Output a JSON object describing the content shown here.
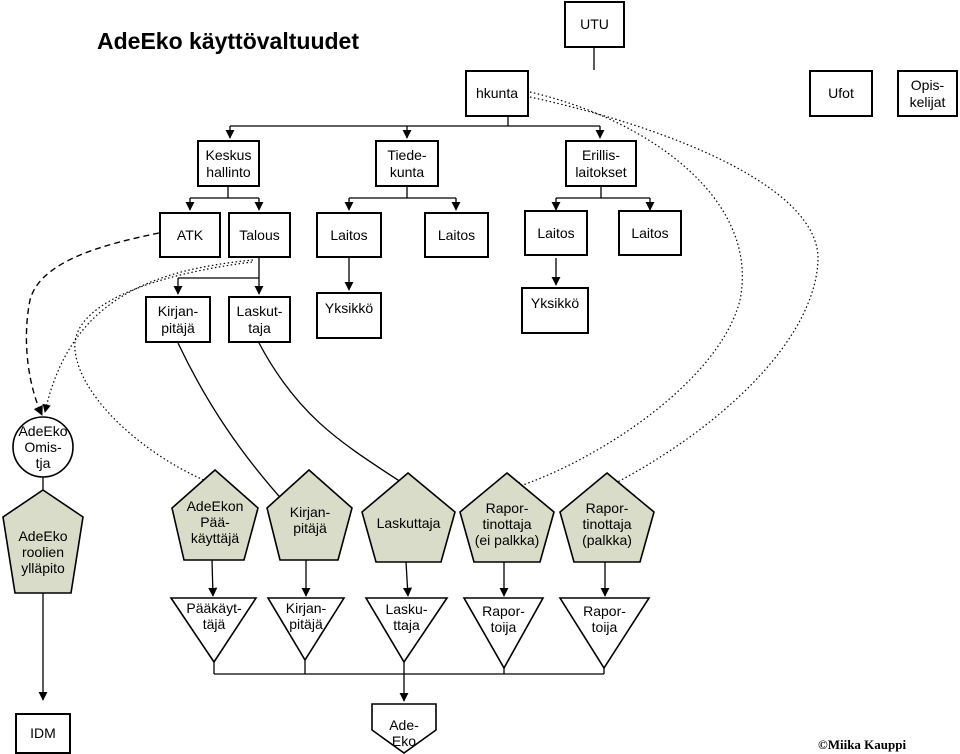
{
  "title": "AdeEko käyttövaltuudet",
  "copyright": "©Miika Kauppi",
  "boxes": {
    "utu": "UTU",
    "hkunta": "hkunta",
    "ufot": "Ufot",
    "opiskelijat": "Opis-\nkelijat",
    "keskushallinto": "Keskus\nhallinto",
    "tiedekunta": "Tiede-\nkunta",
    "erillislaitokset": "Erillis-\nlaitokset",
    "atk": "ATK",
    "talous": "Talous",
    "laitos1": "Laitos",
    "laitos2": "Laitos",
    "laitos3": "Laitos",
    "laitos4": "Laitos",
    "kirjanpitaja": "Kirjan-\npitäjä",
    "laskuttaja": "Laskut-\ntaja",
    "yksikko1": "Yksikkö",
    "yksikko2": "Yksikkö",
    "idm": "IDM"
  },
  "circle": {
    "omistaja": "AdeEko\nOmis-\ntja"
  },
  "pentagons": {
    "yllapito": "AdeEko\nroolien\nylläpito",
    "paakayttaja": "AdeEkon\nPää-\nkäyttäjä",
    "kirjanpitaja": "Kirjan-\npitäjä",
    "laskuttaja": "Laskuttaja",
    "raportinottaja_ei": "Rapor-\ntinottaja\n(ei palkka)",
    "raportinottaja": "Rapor-\ntinottaja\n(palkka)"
  },
  "triangles": {
    "paakayttaja": "Pääkäyt-\ntäjä",
    "kirjanpitaja": "Kirjan-\npitäjä",
    "laskuttaja": "Lasku-\nttaja",
    "raportoija1": "Rapor-\ntoija",
    "raportoija2": "Rapor-\ntoija"
  },
  "pentagon_down": {
    "adeeko": "Ade-\nEko"
  },
  "colors": {
    "role_fill": "#d9dcc8",
    "stroke": "#000000",
    "background": "#ffffff"
  }
}
